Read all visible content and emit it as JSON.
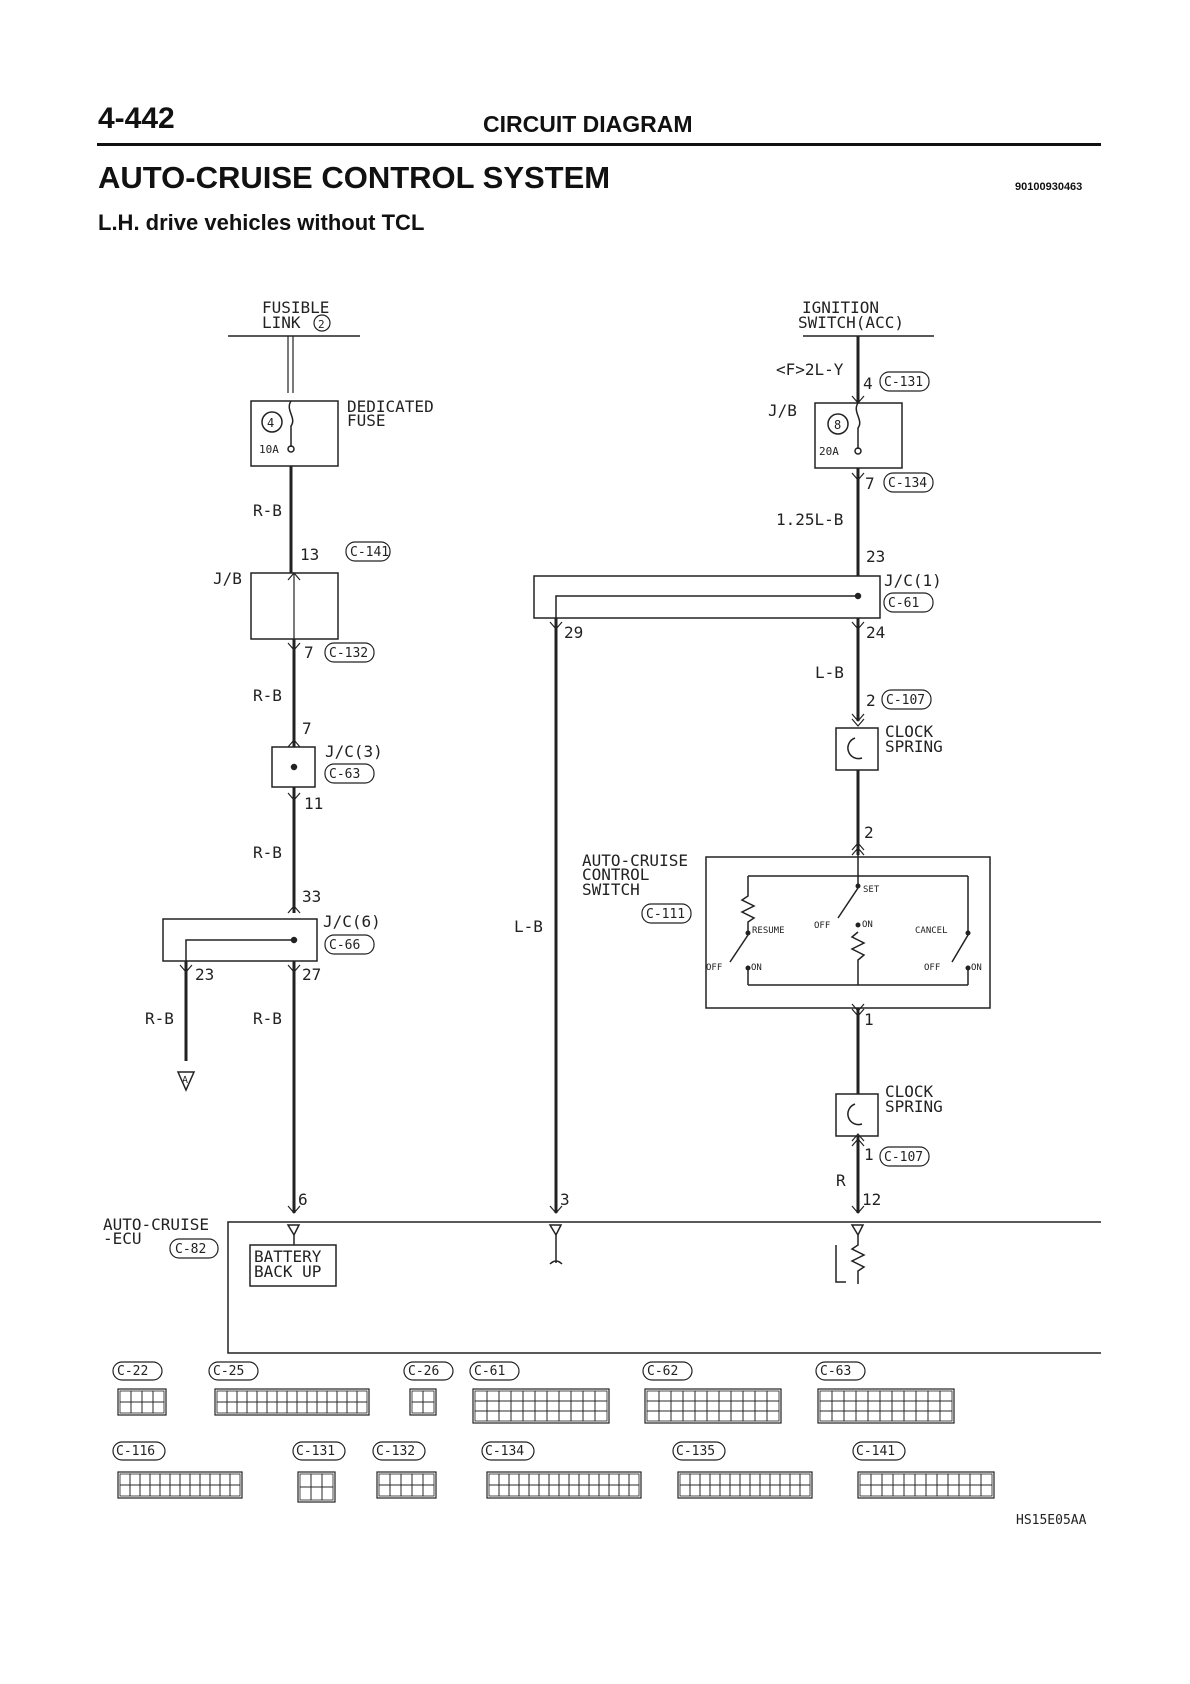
{
  "header": {
    "page_number": "4-442",
    "section_title": "CIRCUIT DIAGRAM",
    "system_title": "AUTO-CRUISE CONTROL SYSTEM",
    "document_code": "90100930463",
    "subtitle": "L.H. drive vehicles without TCL"
  },
  "diagram": {
    "sources": {
      "fusible_link_line1": "FUSIBLE",
      "fusible_link_line2": "LINK",
      "fusible_link_no": "2",
      "ignition_line1": "IGNITION",
      "ignition_line2": "SWITCH(ACC)"
    },
    "left_branch": {
      "fuse_no": "4",
      "fuse_rating": "10A",
      "fuse_label_line1": "DEDICATED",
      "fuse_label_line2": "FUSE",
      "wire_1": "R-B",
      "pin_13": "13",
      "conn_c141": "C-141",
      "jb": "J/B",
      "pin_7a": "7",
      "conn_c132": "C-132",
      "wire_2": "R-B",
      "pin_7b": "7",
      "jc3": "J/C(3)",
      "conn_c63": "C-63",
      "pin_11": "11",
      "wire_3": "R-B",
      "pin_33": "33",
      "jc6": "J/C(6)",
      "conn_c66": "C-66",
      "pin_23": "23",
      "pin_27": "27",
      "wire_4": "R-B",
      "wire_5": "R-B",
      "arrow_a": "A",
      "pin_6": "6"
    },
    "right_branch": {
      "wire_f": "<F>2L-Y",
      "pin_4": "4",
      "conn_c131": "C-131",
      "jb": "J/B",
      "fuse_no": "8",
      "fuse_rating": "20A",
      "pin_7": "7",
      "conn_c134": "C-134",
      "wire_125": "1.25L-B",
      "pin_23": "23",
      "jc1": "J/C(1)",
      "conn_c61": "C-61",
      "pin_29": "29",
      "pin_24": "24",
      "wire_lb": "L-B",
      "pin_2a": "2",
      "conn_c107a": "C-107",
      "clock_spring_1_line1": "CLOCK",
      "clock_spring_1_line2": "SPRING",
      "pin_2b": "2",
      "switch_line1": "AUTO-CRUISE",
      "switch_line2": "CONTROL",
      "switch_line3": "SWITCH",
      "conn_c111": "C-111",
      "sw_set": "SET",
      "sw_resume": "RESUME",
      "sw_off_mid": "OFF",
      "sw_on_mid": "ON",
      "sw_cancel": "CANCEL",
      "sw_off_left": "OFF",
      "sw_on_left": "ON",
      "sw_off_right": "OFF",
      "sw_on_right": "ON",
      "pin_1a": "1",
      "clock_spring_2_line1": "CLOCK",
      "clock_spring_2_line2": "SPRING",
      "pin_1b": "1",
      "conn_c107b": "C-107",
      "wire_r": "R",
      "pin_12": "12",
      "wire_lb_long": "L-B",
      "pin_3": "3"
    },
    "ecu": {
      "label_line1": "AUTO-CRUISE",
      "label_line2": "-ECU",
      "conn_c82": "C-82",
      "battery_line1": "BATTERY",
      "battery_line2": "BACK UP"
    },
    "connector_chart": {
      "c22": "C-22",
      "c25": "C-25",
      "c26": "C-26",
      "c61": "C-61",
      "c62": "C-62",
      "c63": "C-63",
      "c116": "C-116",
      "c131": "C-131",
      "c132": "C-132",
      "c134": "C-134",
      "c135": "C-135",
      "c141": "C-141"
    },
    "figure_code": "HS15E05AA"
  }
}
